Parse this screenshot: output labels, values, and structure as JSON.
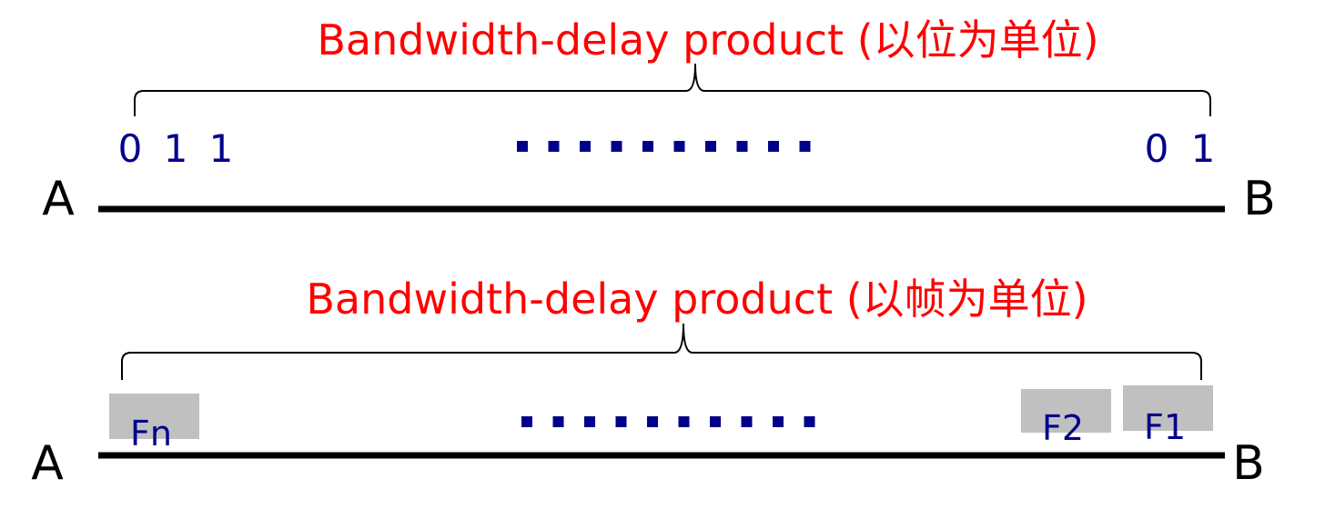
{
  "top": {
    "title": "Bandwidth-delay product (以位为单位)",
    "bits_left": [
      "0",
      "1",
      "1"
    ],
    "bits_right": [
      "0",
      "1"
    ],
    "endpoint_a": "A",
    "endpoint_b": "B"
  },
  "bottom": {
    "title": "Bandwidth-delay product (以帧为单位)",
    "frame_left": "Fn",
    "frame_f2": "F2",
    "frame_f1": "F1",
    "endpoint_a": "A",
    "endpoint_b": "B"
  },
  "colors": {
    "title": "#ff0000",
    "bits": "#00008b",
    "frame_box": "#c0c0c0",
    "line": "#000000"
  }
}
